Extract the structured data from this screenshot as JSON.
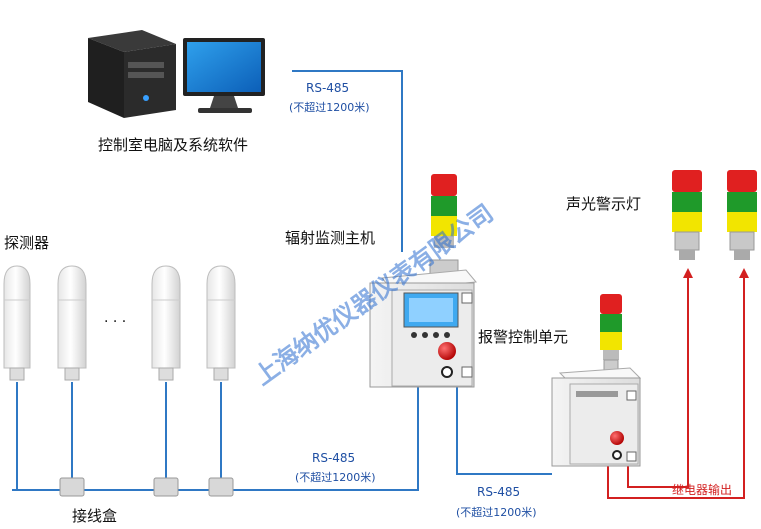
{
  "labels": {
    "computer": "控制室电脑及系统软件",
    "detectors": "探测器",
    "ellipsis": "· · ·",
    "junction_box": "接线盒",
    "host": "辐射监测主机",
    "alarm_unit": "报警控制单元",
    "beacons": "声光警示灯",
    "relay_output": "继电器输出"
  },
  "links": {
    "top": {
      "protocol": "RS-485",
      "limit": "(不超过1200米)"
    },
    "bottom_left": {
      "protocol": "RS-485",
      "limit": "(不超过1200米)"
    },
    "bottom_right": {
      "protocol": "RS-485",
      "limit": "(不超过1200米)"
    }
  },
  "watermark": "上海纳优仪器仪表有限公司",
  "colors": {
    "bus_line": "#2f78c4",
    "relay_line": "#d32020",
    "lamp_red": "#e02020",
    "lamp_green": "#1f9a2a",
    "lamp_yellow": "#f2e500",
    "cabinet": "#eeeeee"
  }
}
